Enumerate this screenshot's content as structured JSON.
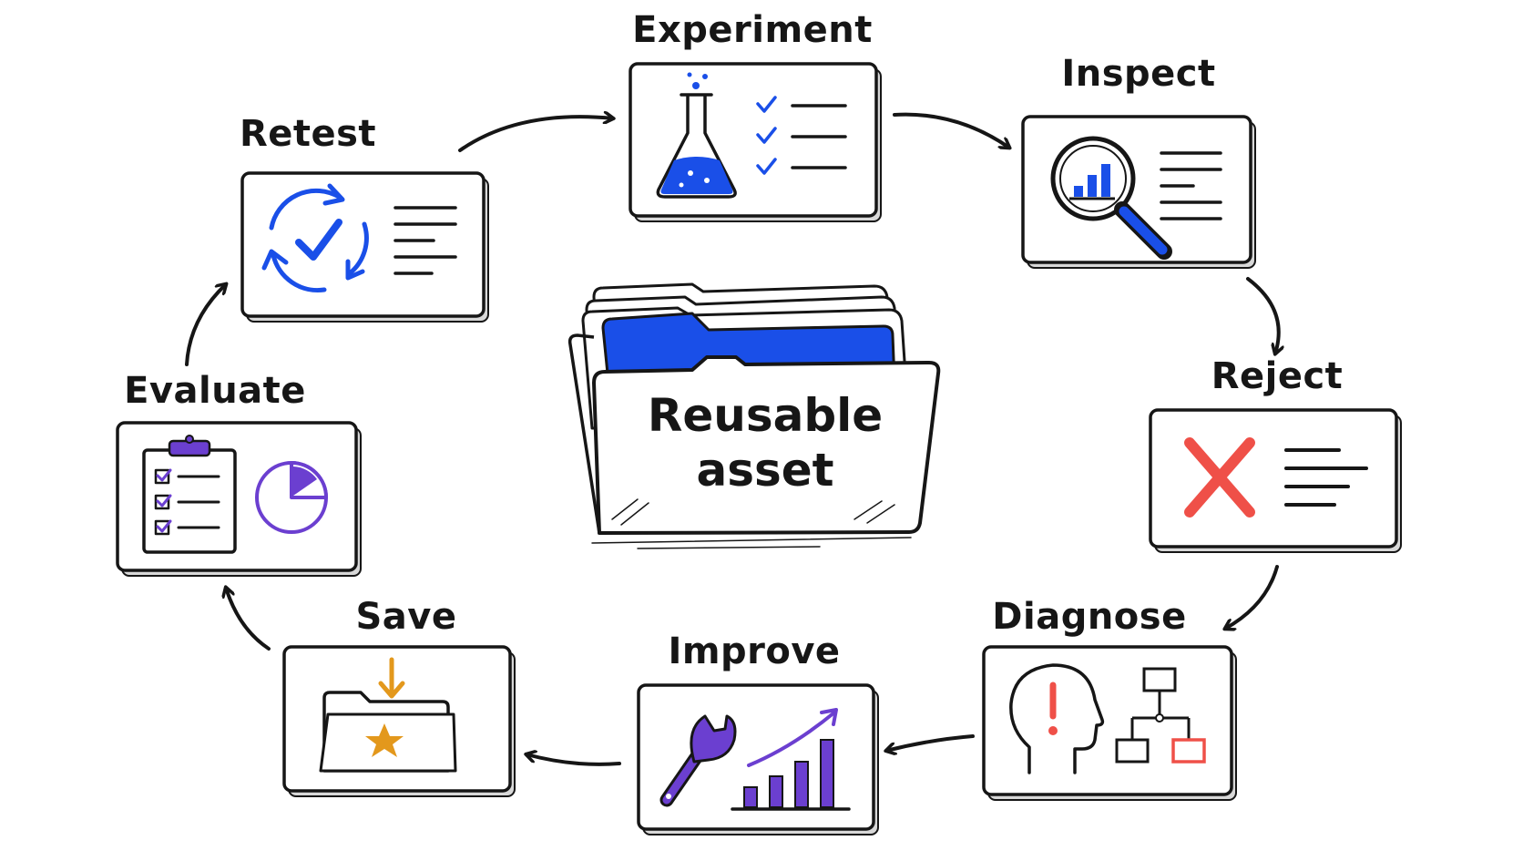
{
  "center": {
    "line1": "Reusable",
    "line2": "asset"
  },
  "stages": [
    {
      "id": "experiment",
      "label": "Experiment",
      "icon": "flask-icon"
    },
    {
      "id": "inspect",
      "label": "Inspect",
      "icon": "magnifier-chart-icon"
    },
    {
      "id": "reject",
      "label": "Reject",
      "icon": "x-mark-icon"
    },
    {
      "id": "diagnose",
      "label": "Diagnose",
      "icon": "head-flowchart-icon"
    },
    {
      "id": "improve",
      "label": "Improve",
      "icon": "wrench-growth-chart-icon"
    },
    {
      "id": "save",
      "label": "Save",
      "icon": "folder-star-icon"
    },
    {
      "id": "evaluate",
      "label": "Evaluate",
      "icon": "clipboard-pie-icon"
    },
    {
      "id": "retest",
      "label": "Retest",
      "icon": "refresh-check-icon"
    }
  ],
  "colors": {
    "ink": "#161616",
    "blue": "#1a4fe8",
    "red": "#ef5048",
    "purple": "#6b3fd0",
    "orange": "#e3981c"
  }
}
